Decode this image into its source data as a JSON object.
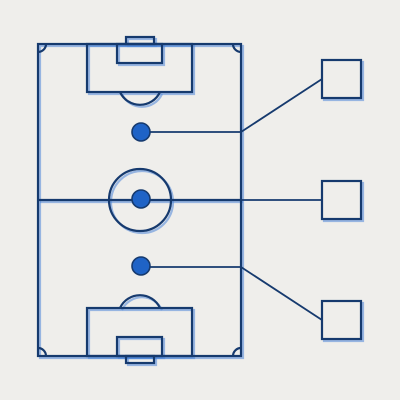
{
  "diagram": {
    "colors": {
      "background": "#efeeeb",
      "line": "#163a6e",
      "shadow": "#4f86d8",
      "player_fill": "#1f63c6"
    },
    "pitch": {
      "orientation": "vertical",
      "corner_arcs": true,
      "center_circle": true,
      "penalty_arcs": true
    },
    "players": [
      {
        "role": "upper-midfield"
      },
      {
        "role": "center"
      },
      {
        "role": "lower-midfield"
      }
    ],
    "label_boxes": [
      {
        "label": ""
      },
      {
        "label": ""
      },
      {
        "label": ""
      }
    ],
    "connections": [
      {
        "from": "player-0",
        "to": "box-0"
      },
      {
        "from": "player-1",
        "to": "box-1"
      },
      {
        "from": "player-2",
        "to": "box-2"
      }
    ]
  }
}
